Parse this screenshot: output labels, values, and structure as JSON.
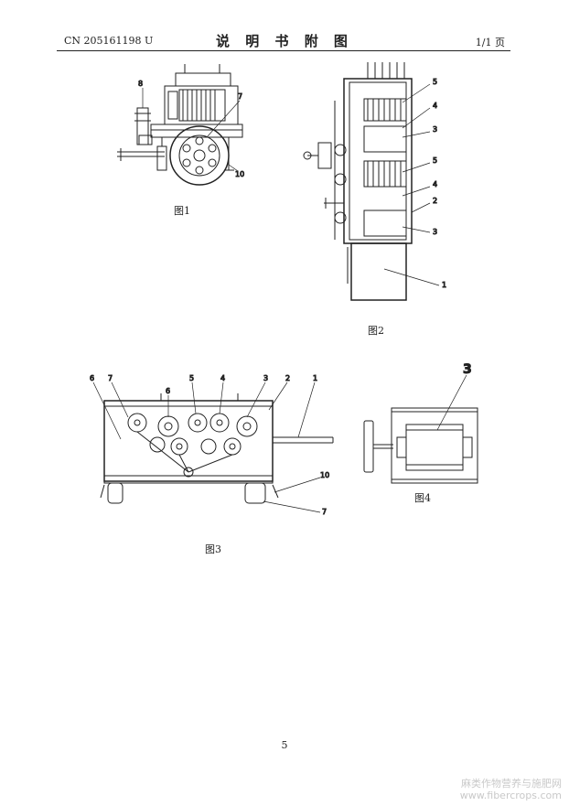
{
  "header": {
    "doc_number": "CN 205161198 U",
    "title": "说 明 书 附 图",
    "page_count": "1/1 页"
  },
  "figures": {
    "fig1": {
      "caption": "图1",
      "labels": [
        "8",
        "7",
        "10"
      ]
    },
    "fig2": {
      "caption": "图2",
      "labels": [
        "5",
        "4",
        "3",
        "5",
        "4",
        "2",
        "3",
        "1"
      ]
    },
    "fig3": {
      "caption": "图3",
      "labels": [
        "6",
        "7",
        "6",
        "5",
        "4",
        "3",
        "2",
        "1",
        "10",
        "7"
      ]
    },
    "fig4": {
      "caption": "图4",
      "labels": [
        "3"
      ]
    }
  },
  "footer": {
    "page_number": "5",
    "watermark_line1": "麻类作物营养与施肥网",
    "watermark_line2": "www.fibercrops.com"
  }
}
